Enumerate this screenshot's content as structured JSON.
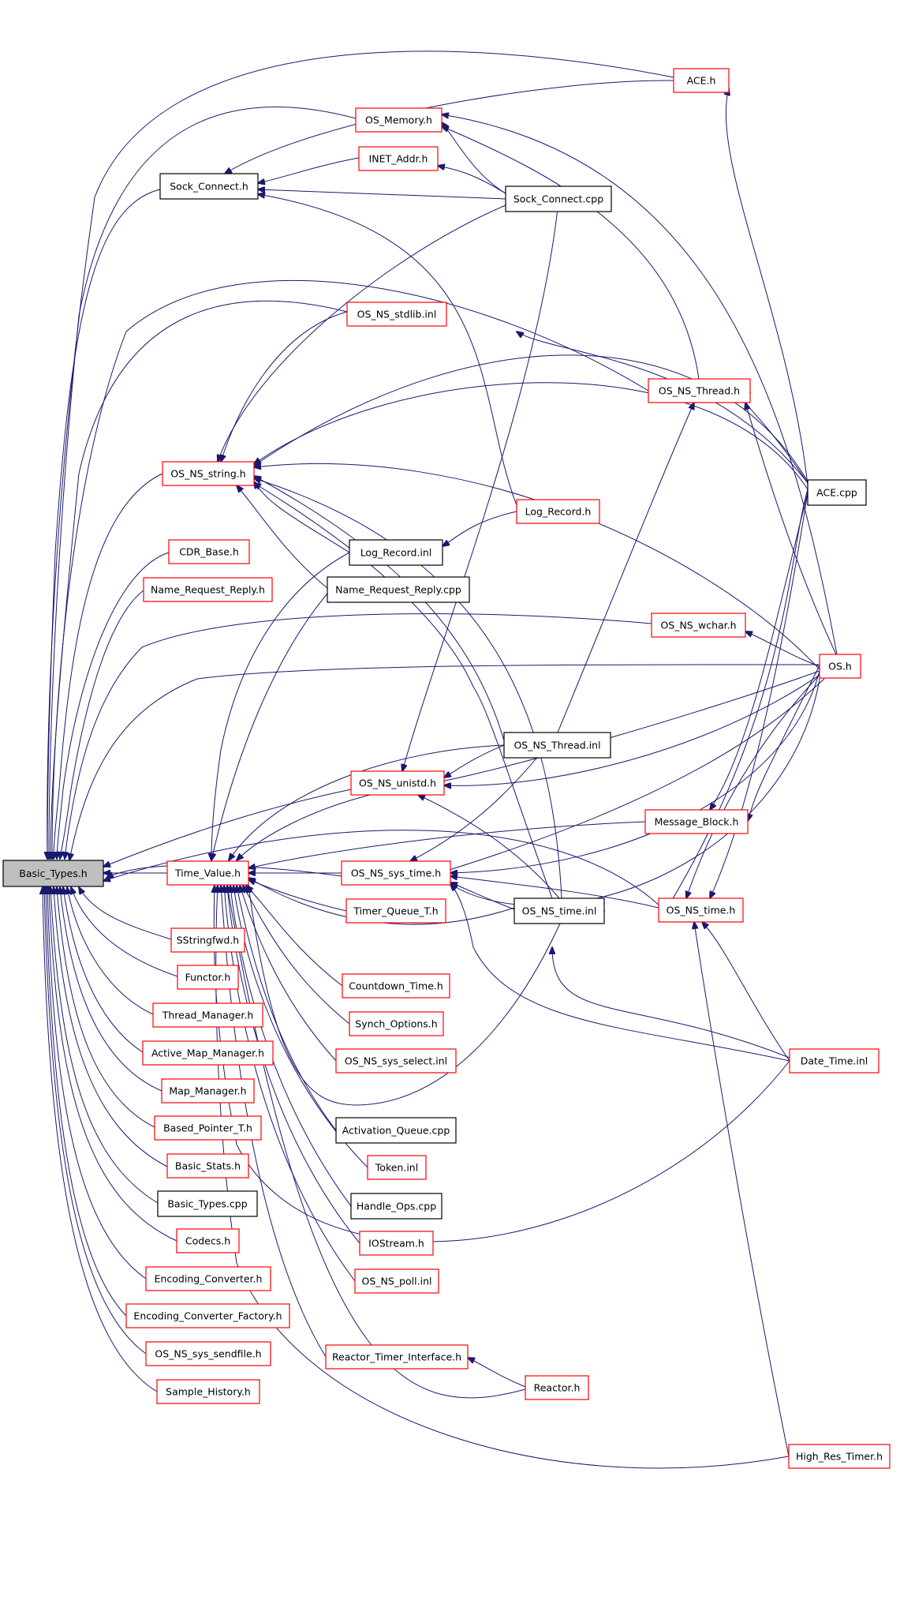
{
  "colors": {
    "edge": "#191970",
    "external_border": "#ff0000",
    "documented_border": "#000000",
    "root_fill": "#bfbfbf",
    "fill": "#ffffff"
  },
  "nodes": [
    {
      "id": "basic_types_h",
      "label": "Basic_Types.h",
      "kind": "root"
    },
    {
      "id": "ace_h",
      "label": "ACE.h",
      "kind": "external"
    },
    {
      "id": "os_memory_h",
      "label": "OS_Memory.h",
      "kind": "external"
    },
    {
      "id": "inet_addr_h",
      "label": "INET_Addr.h",
      "kind": "external"
    },
    {
      "id": "sock_connect_h",
      "label": "Sock_Connect.h",
      "kind": "documented"
    },
    {
      "id": "sock_connect_cpp",
      "label": "Sock_Connect.cpp",
      "kind": "documented"
    },
    {
      "id": "os_ns_stdlib_inl",
      "label": "OS_NS_stdlib.inl",
      "kind": "external"
    },
    {
      "id": "os_ns_thread_h",
      "label": "OS_NS_Thread.h",
      "kind": "external"
    },
    {
      "id": "os_ns_string_h",
      "label": "OS_NS_string.h",
      "kind": "external"
    },
    {
      "id": "ace_cpp",
      "label": "ACE.cpp",
      "kind": "documented"
    },
    {
      "id": "log_record_h",
      "label": "Log_Record.h",
      "kind": "external"
    },
    {
      "id": "log_record_inl",
      "label": "Log_Record.inl",
      "kind": "documented"
    },
    {
      "id": "cdr_base_h",
      "label": "CDR_Base.h",
      "kind": "external"
    },
    {
      "id": "name_request_reply_h",
      "label": "Name_Request_Reply.h",
      "kind": "external"
    },
    {
      "id": "name_request_reply_cpp",
      "label": "Name_Request_Reply.cpp",
      "kind": "documented"
    },
    {
      "id": "os_ns_wchar_h",
      "label": "OS_NS_wchar.h",
      "kind": "external"
    },
    {
      "id": "os_h",
      "label": "OS.h",
      "kind": "external"
    },
    {
      "id": "os_ns_thread_inl",
      "label": "OS_NS_Thread.inl",
      "kind": "documented"
    },
    {
      "id": "os_ns_unistd_h",
      "label": "OS_NS_unistd.h",
      "kind": "external"
    },
    {
      "id": "message_block_h",
      "label": "Message_Block.h",
      "kind": "external"
    },
    {
      "id": "time_value_h",
      "label": "Time_Value.h",
      "kind": "external"
    },
    {
      "id": "os_ns_sys_time_h",
      "label": "OS_NS_sys_time.h",
      "kind": "external"
    },
    {
      "id": "timer_queue_t_h",
      "label": "Timer_Queue_T.h",
      "kind": "external"
    },
    {
      "id": "os_ns_time_inl",
      "label": "OS_NS_time.inl",
      "kind": "documented"
    },
    {
      "id": "os_ns_time_h",
      "label": "OS_NS_time.h",
      "kind": "external"
    },
    {
      "id": "sstringfwd_h",
      "label": "SStringfwd.h",
      "kind": "external"
    },
    {
      "id": "functor_h",
      "label": "Functor.h",
      "kind": "external"
    },
    {
      "id": "countdown_time_h",
      "label": "Countdown_Time.h",
      "kind": "external"
    },
    {
      "id": "thread_manager_h",
      "label": "Thread_Manager.h",
      "kind": "external"
    },
    {
      "id": "synch_options_h",
      "label": "Synch_Options.h",
      "kind": "external"
    },
    {
      "id": "active_map_manager_h",
      "label": "Active_Map_Manager.h",
      "kind": "external"
    },
    {
      "id": "os_ns_sys_select_inl",
      "label": "OS_NS_sys_select.inl",
      "kind": "external"
    },
    {
      "id": "date_time_inl",
      "label": "Date_Time.inl",
      "kind": "external"
    },
    {
      "id": "map_manager_h",
      "label": "Map_Manager.h",
      "kind": "external"
    },
    {
      "id": "based_pointer_t_h",
      "label": "Based_Pointer_T.h",
      "kind": "external"
    },
    {
      "id": "activation_queue_cpp",
      "label": "Activation_Queue.cpp",
      "kind": "documented"
    },
    {
      "id": "basic_stats_h",
      "label": "Basic_Stats.h",
      "kind": "external"
    },
    {
      "id": "token_inl",
      "label": "Token.inl",
      "kind": "external"
    },
    {
      "id": "basic_types_cpp",
      "label": "Basic_Types.cpp",
      "kind": "documented"
    },
    {
      "id": "handle_ops_cpp",
      "label": "Handle_Ops.cpp",
      "kind": "documented"
    },
    {
      "id": "codecs_h",
      "label": "Codecs.h",
      "kind": "external"
    },
    {
      "id": "iostream_h",
      "label": "IOStream.h",
      "kind": "external"
    },
    {
      "id": "encoding_converter_h",
      "label": "Encoding_Converter.h",
      "kind": "external"
    },
    {
      "id": "os_ns_poll_inl",
      "label": "OS_NS_poll.inl",
      "kind": "external"
    },
    {
      "id": "encoding_converter_factory_h",
      "label": "Encoding_Converter_Factory.h",
      "kind": "external"
    },
    {
      "id": "os_ns_sys_sendfile_h",
      "label": "OS_NS_sys_sendfile.h",
      "kind": "external"
    },
    {
      "id": "reactor_timer_interface_h",
      "label": "Reactor_Timer_Interface.h",
      "kind": "external"
    },
    {
      "id": "reactor_h",
      "label": "Reactor.h",
      "kind": "external"
    },
    {
      "id": "sample_history_h",
      "label": "Sample_History.h",
      "kind": "external"
    },
    {
      "id": "high_res_timer_h",
      "label": "High_Res_Timer.h",
      "kind": "external"
    }
  ]
}
